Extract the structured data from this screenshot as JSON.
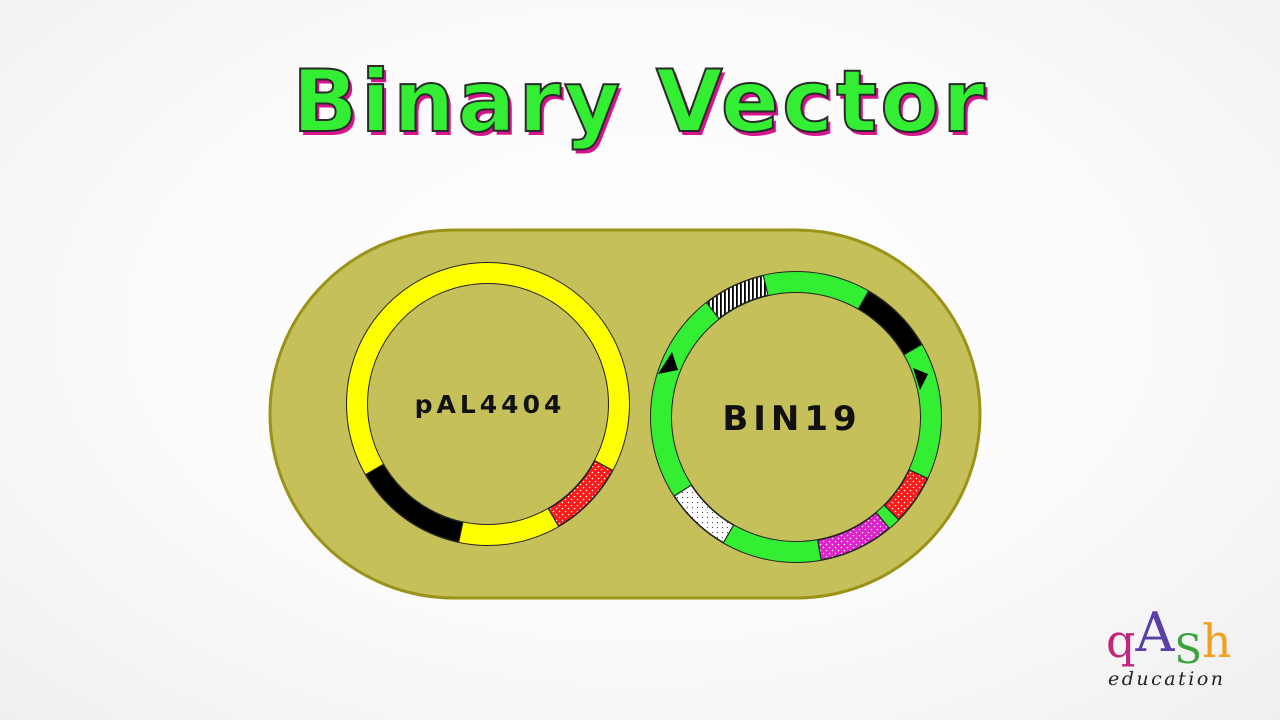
{
  "title": "Binary Vector",
  "plasmids": [
    {
      "name": "pAL4404",
      "ring_color": "#ffff00"
    },
    {
      "name": "BIN19",
      "ring_color": "#33ee33"
    }
  ],
  "colors": {
    "background_pill": "#c6c05a",
    "pill_outline": "#9a9318",
    "title_fill": "#33ee33",
    "title_shadow": "#d6148c",
    "segment_black": "#000000",
    "segment_red": "#ff1a1a",
    "segment_magenta": "#dd22cc"
  },
  "logo": {
    "letters": [
      "q",
      "A",
      "S",
      "h"
    ],
    "subtitle": "education"
  }
}
